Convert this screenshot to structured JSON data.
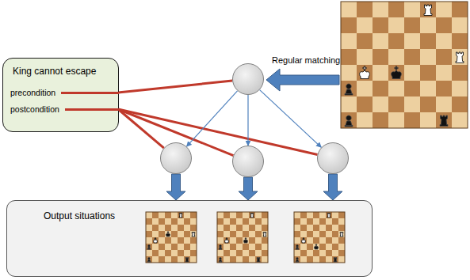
{
  "diagram": {
    "nodes": [
      {
        "text": [
          "King cannot escape",
          "precondition",
          "postcondition"
        ]
      },
      {
        "text": []
      },
      {
        "text": []
      },
      {
        "text": []
      },
      {
        "text": []
      },
      {
        "text": [
          "Output situations"
        ]
      }
    ],
    "edges": [
      {
        "from": 0,
        "to": 1,
        "arrow": "none"
      },
      {
        "from": 0,
        "to": 2,
        "arrow": "none"
      },
      {
        "from": 0,
        "to": 3,
        "arrow": "none"
      },
      {
        "from": 0,
        "to": 4,
        "arrow": "none"
      },
      {
        "from": 1,
        "to": 2,
        "arrow": "to"
      },
      {
        "from": 1,
        "to": 3,
        "arrow": "to"
      },
      {
        "from": 1,
        "to": 4,
        "arrow": "to"
      },
      {
        "from": 2,
        "to": 5,
        "arrow": "to"
      },
      {
        "from": 3,
        "to": 5,
        "arrow": "to"
      },
      {
        "from": 4,
        "to": 5,
        "arrow": "to"
      }
    ],
    "labels": [
      "Regular matching"
    ]
  }
}
